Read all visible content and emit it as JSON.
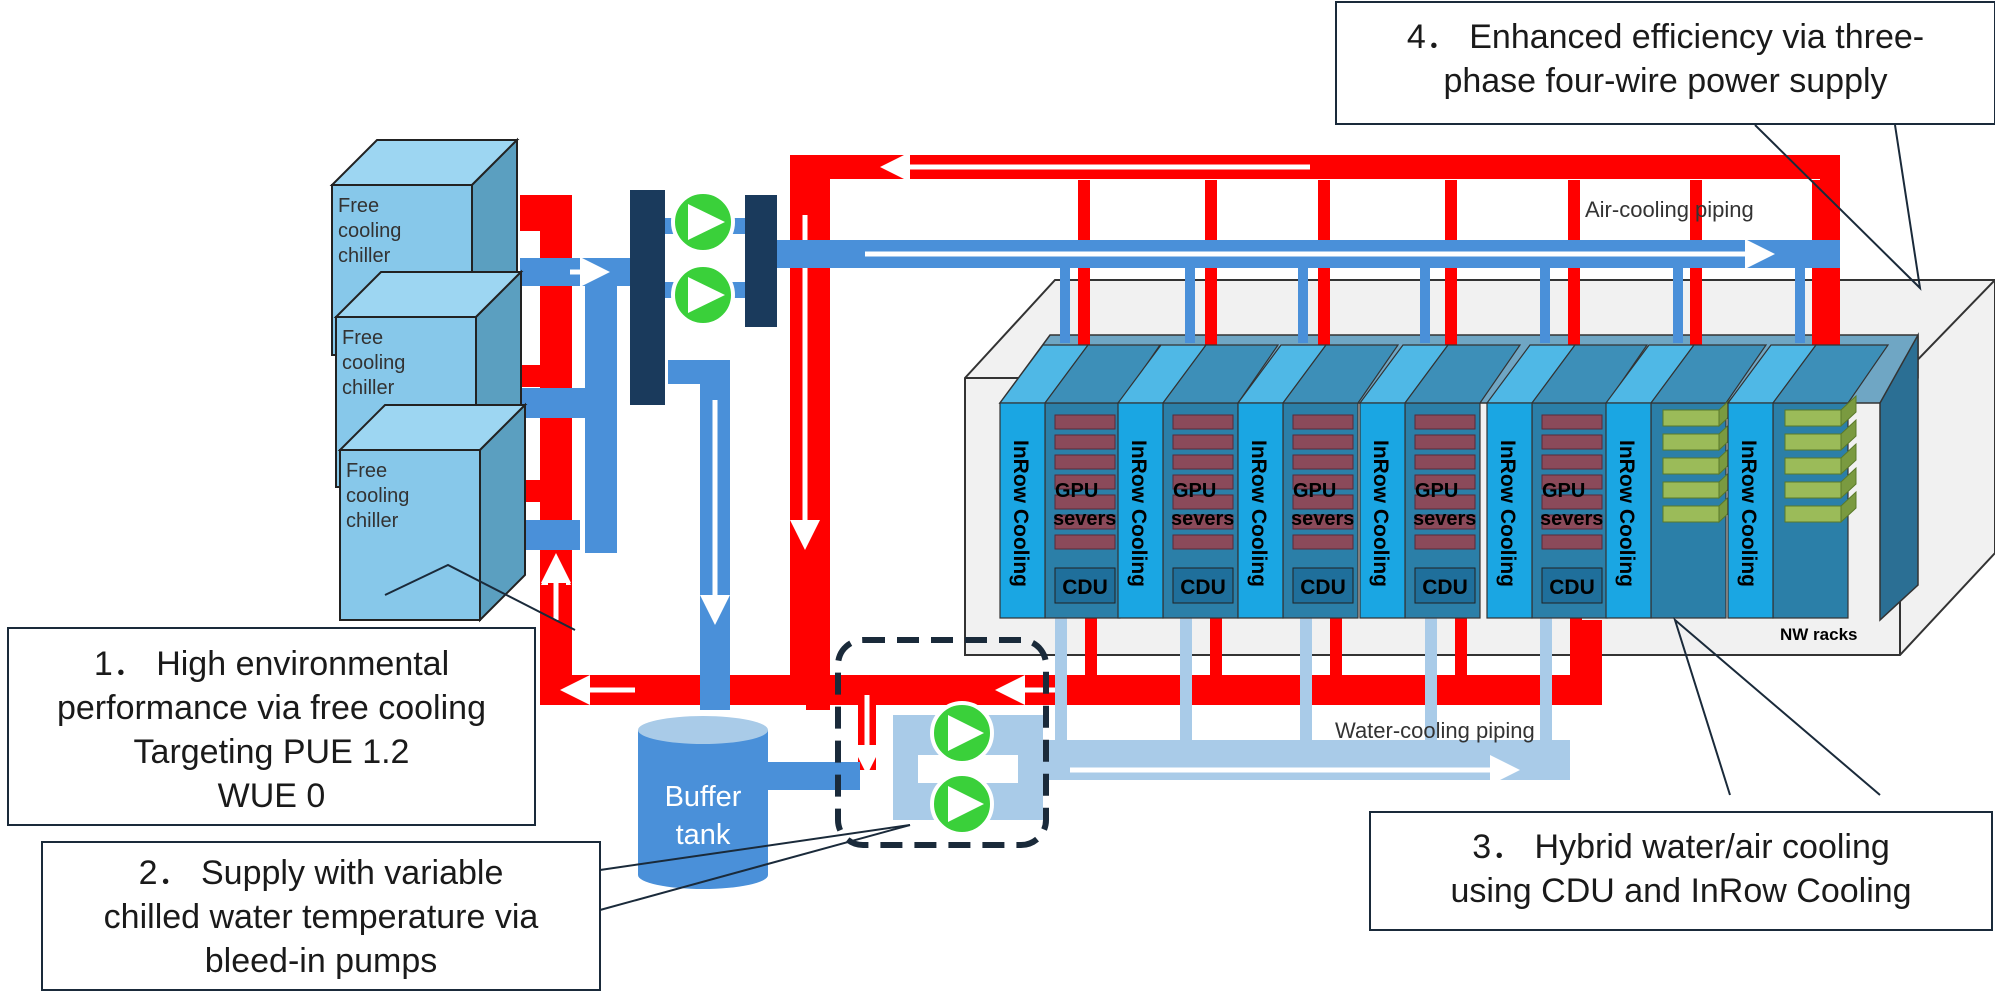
{
  "chillers": [
    {
      "label_lines": [
        "Free",
        "cooling",
        "chiller"
      ]
    },
    {
      "label_lines": [
        "Free",
        "cooling",
        "chiller"
      ]
    },
    {
      "label_lines": [
        "Free",
        "cooling",
        "chiller"
      ]
    }
  ],
  "buffer_tank": {
    "label_lines": [
      "Buffer",
      "tank"
    ]
  },
  "racks": [
    {
      "inrow": "InRow Cooling",
      "server": [
        "GPU",
        "severs"
      ],
      "cdu": "CDU"
    },
    {
      "inrow": "InRow Cooling",
      "server": [
        "GPU",
        "severs"
      ],
      "cdu": "CDU"
    },
    {
      "inrow": "InRow Cooling",
      "server": [
        "GPU",
        "severs"
      ],
      "cdu": "CDU"
    },
    {
      "inrow": "InRow Cooling",
      "server": [
        "GPU",
        "severs"
      ],
      "cdu": "CDU"
    },
    {
      "inrow": "InRow Cooling",
      "server": [
        "GPU",
        "severs"
      ],
      "cdu": "CDU"
    },
    {
      "inrow": "InRow Cooling"
    },
    {
      "inrow": "InRow Cooling"
    }
  ],
  "nw_racks_label": "NW racks",
  "air_piping_label": "Air-cooling piping",
  "water_piping_label": "Water-cooling piping",
  "callouts": {
    "c1": {
      "lines": [
        "1． High environmental",
        "performance via free cooling",
        "Targeting PUE 1.2",
        "WUE  0"
      ]
    },
    "c2": {
      "lines": [
        "2． Supply with variable",
        "chilled water temperature via",
        "bleed-in pumps"
      ]
    },
    "c3": {
      "lines": [
        "3． Hybrid water/air cooling",
        "using CDU and InRow Cooling"
      ]
    },
    "c4": {
      "lines": [
        "4． Enhanced efficiency via three-",
        "phase four-wire power supply"
      ]
    }
  },
  "colors": {
    "hot_pipe": "#ff0000",
    "cold_pipe": "#4a90d9",
    "water_pipe": "#a9cbe8",
    "inrow": "#1aa6e3",
    "rack": "#2b7fa8",
    "gpu": "#8b4a5a",
    "nw_server": "#9bbb59",
    "pump": "#3ad03a",
    "chiller": "#87c8ea",
    "manifold": "#1a3a5c"
  }
}
